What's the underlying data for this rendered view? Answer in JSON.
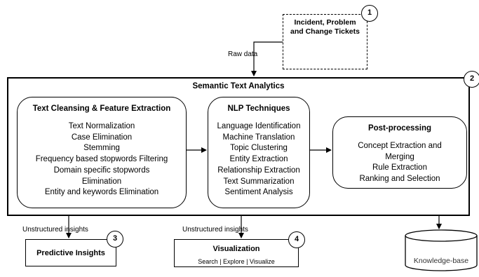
{
  "source": {
    "title_lines": [
      "Incident, Problem",
      "and Change Tickets"
    ],
    "badge": "1",
    "icon": "database-icon",
    "icon_colors": [
      "#5b8ec4",
      "#c8ddef"
    ]
  },
  "edge_labels": {
    "raw_data": "Raw data",
    "unstructured_1": "Unstructured insights",
    "unstructured_2": "Unstructured insights"
  },
  "main": {
    "title": "Semantic Text Analytics",
    "badge": "2"
  },
  "cleansing": {
    "title": "Text Cleansing & Feature Extraction",
    "items": [
      "Text Normalization",
      "Case Elimination",
      "Stemming",
      "Frequency based stopwords Filtering",
      "Domain specific stopwords",
      "Elimination",
      "Entity and keywords Elimination"
    ]
  },
  "nlp": {
    "title": "NLP Techniques",
    "items": [
      "Language Identification",
      "Machine Translation",
      "Topic Clustering",
      "Entity Extraction",
      "Relationship Extraction",
      "Text Summarization",
      "Sentiment Analysis"
    ]
  },
  "postprocessing": {
    "title": "Post-processing",
    "items": [
      "Concept Extraction and",
      "Merging",
      "Rule Extraction",
      "Ranking and Selection"
    ]
  },
  "predictive": {
    "title": "Predictive Insights",
    "badge": "3"
  },
  "visualization": {
    "title": "Visualization",
    "subtitle": "Search | Explore | Visualize",
    "badge": "4"
  },
  "knowledge_base": {
    "label": "Knowledge-base"
  }
}
